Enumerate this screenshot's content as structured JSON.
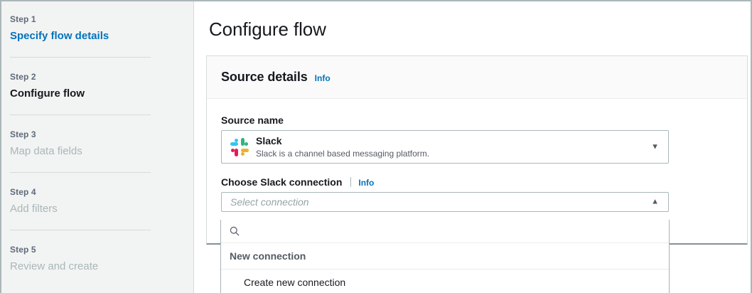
{
  "sidebar": {
    "steps": [
      {
        "number": "Step 1",
        "label": "Specify flow details",
        "state": "active-link"
      },
      {
        "number": "Step 2",
        "label": "Configure flow",
        "state": "current"
      },
      {
        "number": "Step 3",
        "label": "Map data fields",
        "state": "upcoming"
      },
      {
        "number": "Step 4",
        "label": "Add filters",
        "state": "upcoming"
      },
      {
        "number": "Step 5",
        "label": "Review and create",
        "state": "upcoming"
      }
    ]
  },
  "main": {
    "page_title": "Configure flow",
    "card": {
      "header_title": "Source details",
      "info_label": "Info",
      "source_name": {
        "label": "Source name",
        "selected_title": "Slack",
        "selected_description": "Slack is a channel based messaging platform.",
        "logo": "slack-logo",
        "arrow_icon": "chevron-down-icon",
        "arrow_glyph": "▼"
      },
      "connection": {
        "label": "Choose Slack connection",
        "info_label": "Info",
        "placeholder": "Select connection",
        "value": "",
        "arrow_icon": "chevron-up-icon",
        "arrow_glyph": "▲",
        "expanded": "true"
      }
    },
    "dropdown": {
      "search_icon": "search-icon",
      "search_placeholder": "",
      "search_value": "",
      "group_label": "New connection",
      "items": [
        {
          "label": "Create new connection"
        }
      ]
    }
  },
  "colors": {
    "link": "#0073bb",
    "sidebar_bg": "#f2f3f3",
    "border": "#d5dbdb",
    "text": "#16191f",
    "muted": "#545b64",
    "disabled": "#aab7b8",
    "slack_blue": "#36c5f0",
    "slack_green": "#2eb67d",
    "slack_red": "#e01e5a",
    "slack_yellow": "#ecb22e"
  }
}
